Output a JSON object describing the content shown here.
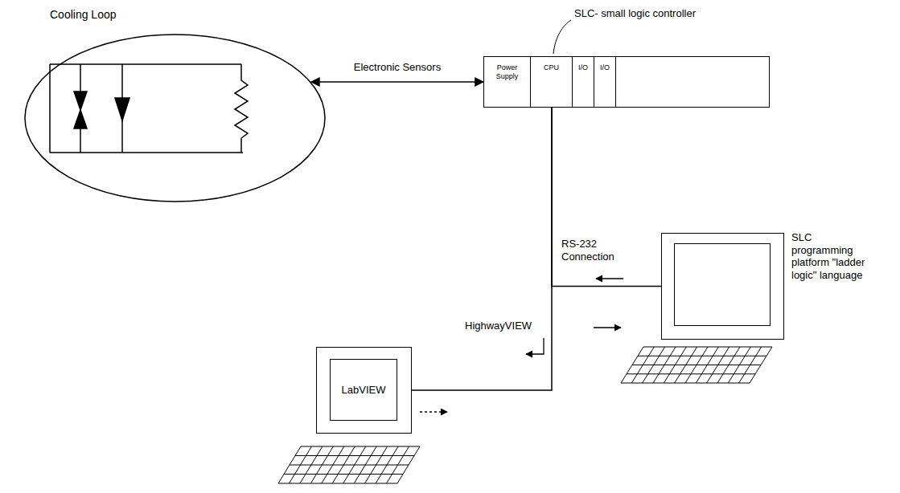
{
  "diagram": {
    "nodes": [
      {
        "text": [
          "Cooling Loop"
        ]
      },
      {
        "text": []
      },
      {
        "text": [
          "Power Supply"
        ],
        "in": 1
      },
      {
        "text": [
          "CPU"
        ],
        "in": 1
      },
      {
        "text": [
          "I/O"
        ],
        "in": 1
      },
      {
        "text": [
          "I/O"
        ],
        "in": 1
      },
      {
        "text": [
          "SLC programming platform \"ladder logic\" language"
        ]
      },
      {
        "text": [
          "LabVIEW"
        ]
      }
    ],
    "edges": [
      {
        "from": 0,
        "to": 1,
        "arrow": "both",
        "label": "Electronic Sensors"
      },
      {
        "from": 3,
        "to": 6,
        "arrow": "none",
        "label": "RS-232 Connection"
      },
      {
        "from": 3,
        "to": 7,
        "arrow": "none",
        "label": "HighwayVIEW"
      }
    ],
    "labels": [
      "SLC- small logic controller"
    ]
  }
}
